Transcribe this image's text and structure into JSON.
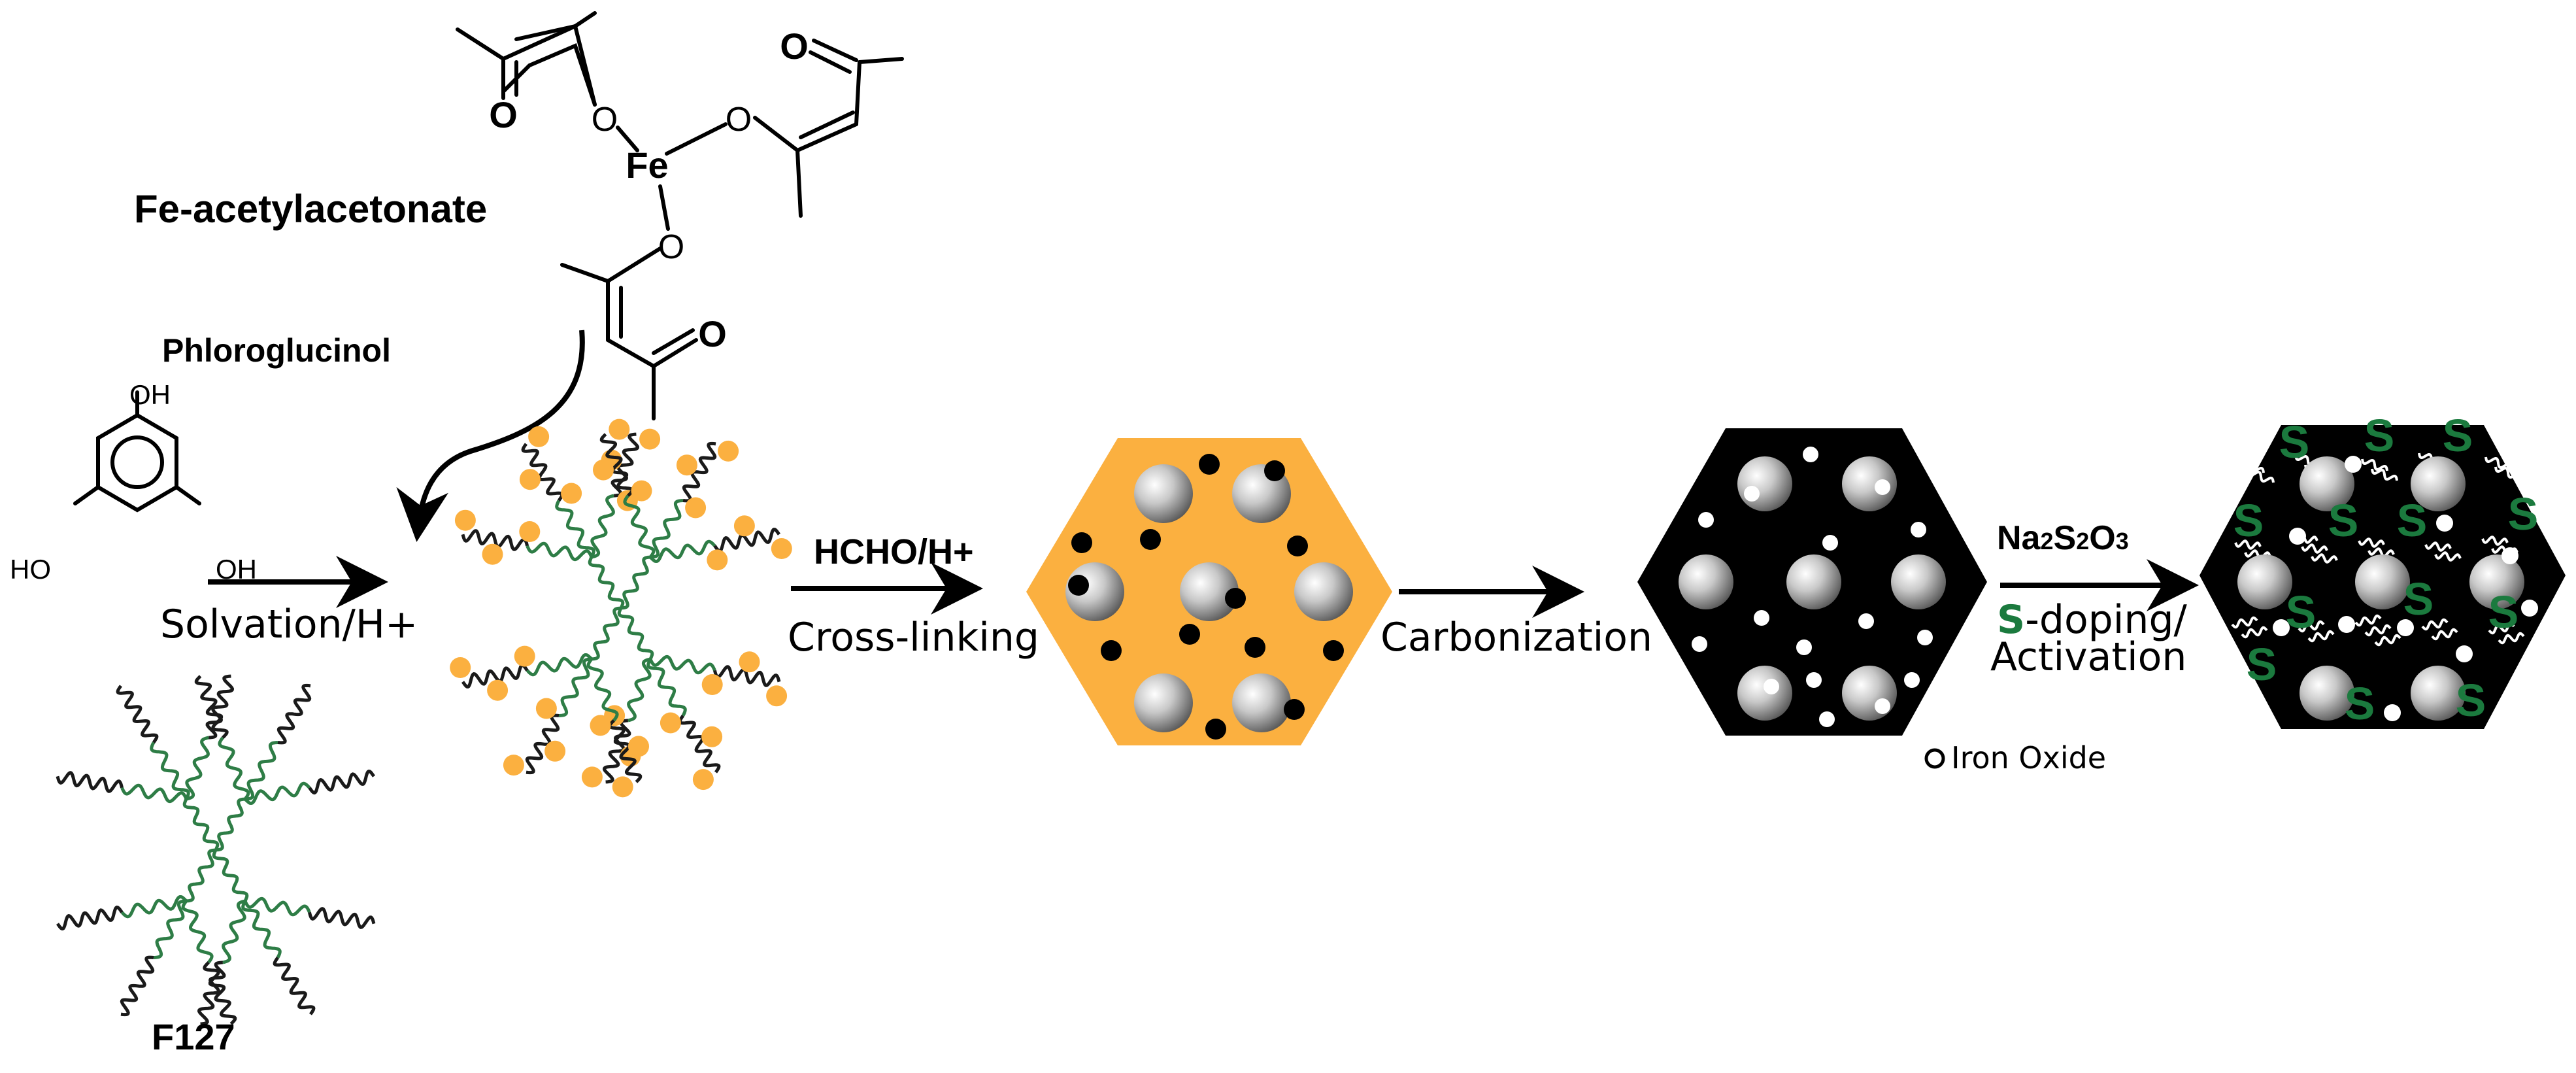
{
  "colors": {
    "resin": "#fbb040",
    "carbon": "#000000",
    "peo_chain": "#2e7d46",
    "ppo_chain": "#1a1a1a",
    "sulfur": "#1b7a3e",
    "pore_light": "#ffffff",
    "pore_dark": "#777777"
  },
  "labels": {
    "fe_acac": "Fe-acetylacetonate",
    "phloroglucinol": "Phloroglucinol",
    "f127": "F127",
    "solvation": "Solvation/H+",
    "hcho": "HCHO/H+",
    "crosslinking": "Cross-linking",
    "carbonization": "Carbonization",
    "na2s2o3": {
      "a": "Na",
      "b": "2",
      "c": "S",
      "d": "2",
      "e": "O",
      "f": "3"
    },
    "s_doping_s": "S",
    "s_doping_rest": "-doping/",
    "activation": "Activation",
    "iron_oxide": "Iron Oxide"
  },
  "atoms": {
    "fe": "Fe",
    "o": "O",
    "oh": "OH",
    "ho": "HO"
  }
}
